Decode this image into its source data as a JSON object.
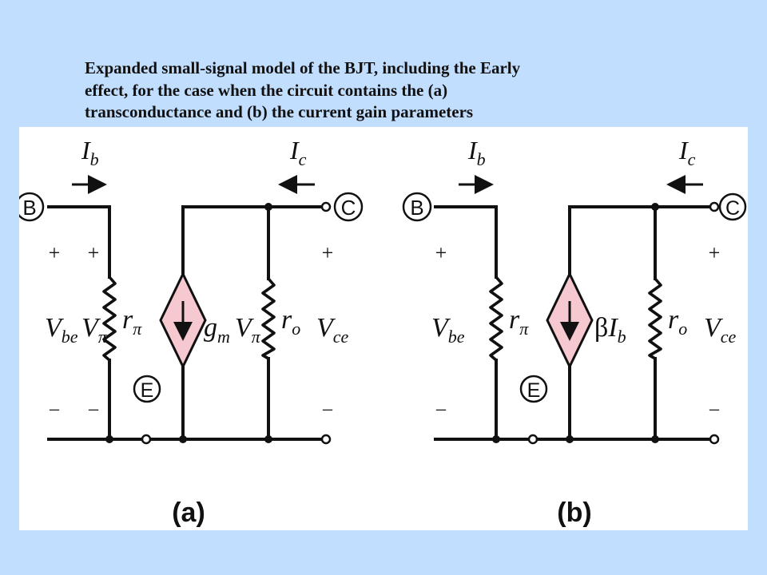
{
  "caption": {
    "line1": "Expanded small-signal model of the BJT, including the Early",
    "line2": "effect, for the case when the circuit contains the (a)",
    "line3": "transconductance and (b) the current gain parameters"
  },
  "circuit_a": {
    "label": "(a)",
    "terminal_base": "B",
    "terminal_collector": "C",
    "terminal_emitter": "E",
    "ib_main": "I",
    "ib_sub": "b",
    "ic_main": "I",
    "ic_sub": "c",
    "plus": "+",
    "minus": "–",
    "vbe_main": "V",
    "vbe_sub": "be",
    "vpi_main": "V",
    "vpi_sub": "π",
    "rpi_main": "r",
    "rpi_sub": "π",
    "source_main": "g",
    "source_sub": "m",
    "source_v": "V",
    "source_v_sub": "π",
    "ro_main": "r",
    "ro_sub": "o",
    "vce_main": "V",
    "vce_sub": "ce"
  },
  "circuit_b": {
    "label": "(b)",
    "terminal_base": "B",
    "terminal_collector": "C",
    "terminal_emitter": "E",
    "ib_main": "I",
    "ib_sub": "b",
    "ic_main": "I",
    "ic_sub": "c",
    "plus": "+",
    "minus": "–",
    "vbe_main": "V",
    "vbe_sub": "be",
    "rpi_main": "r",
    "rpi_sub": "π",
    "source_beta": "β",
    "source_main": "I",
    "source_sub": "b",
    "ro_main": "r",
    "ro_sub": "o",
    "vce_main": "V",
    "vce_sub": "ce"
  },
  "colors": {
    "background": "#c2deff",
    "panel": "#ffffff",
    "source_fill": "#f6c9d0",
    "line": "#111111"
  }
}
